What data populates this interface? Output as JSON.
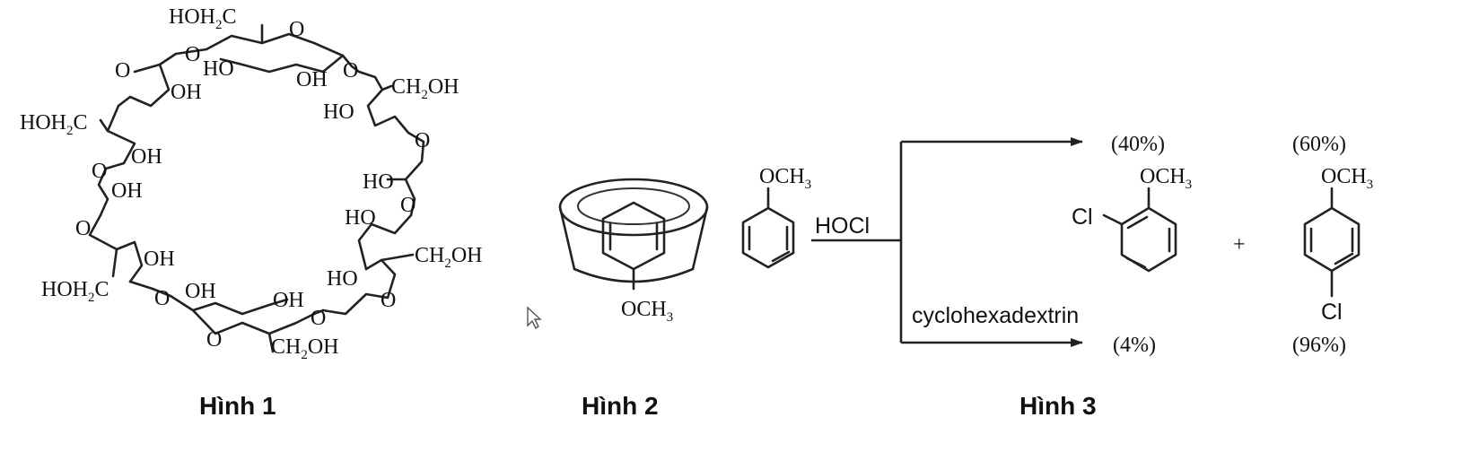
{
  "figure1": {
    "caption": "Hình 1",
    "hohc_top": {
      "main": "HOH",
      "sub": "2",
      "tail": "C"
    },
    "hohc_left1": {
      "main": "HOH",
      "sub": "2",
      "tail": "C"
    },
    "hohc_left2": {
      "main": "HOH",
      "sub": "2",
      "tail": "C"
    },
    "ch2oh_right1": {
      "main": "CH",
      "sub": "2",
      "tail": "OH"
    },
    "ch2oh_right2": {
      "main": "CH",
      "sub": "2",
      "tail": "OH"
    },
    "ch2oh_bottom": {
      "main": "CH",
      "sub": "2",
      "tail": "OH"
    },
    "oh": "OH",
    "ho": "HO",
    "o": "O"
  },
  "figure2": {
    "caption": "Hình 2",
    "guest_label": {
      "main": "OCH",
      "sub": "3"
    }
  },
  "figure3": {
    "caption": "Hình 3",
    "reactant_label": {
      "main": "OCH",
      "sub": "3"
    },
    "reagent": "HOCl",
    "catalyst": "cyclohexadextrin",
    "ortho_product": {
      "label": "OCH",
      "sub": "3",
      "substituent": "Cl"
    },
    "para_product": {
      "label": "OCH",
      "sub": "3",
      "substituent": "Cl"
    },
    "plus": "+",
    "yields_without": {
      "ortho": "(40%)",
      "para": "(60%)"
    },
    "yields_with": {
      "ortho": "(4%)",
      "para": "(96%)"
    }
  },
  "cursor": {
    "icon": "mouse-pointer-icon"
  }
}
